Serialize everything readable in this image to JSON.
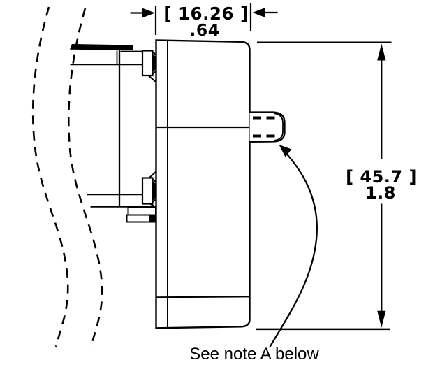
{
  "drawing": {
    "type": "technical-dimension-drawing",
    "colors": {
      "line": "#000000",
      "background": "#ffffff"
    },
    "width_dimension": {
      "bracketed": "[ 16.26 ]",
      "decimal": ".64"
    },
    "height_dimension": {
      "bracketed": "[ 45.7 ]",
      "decimal": "1.8"
    },
    "note": "See note A below"
  }
}
